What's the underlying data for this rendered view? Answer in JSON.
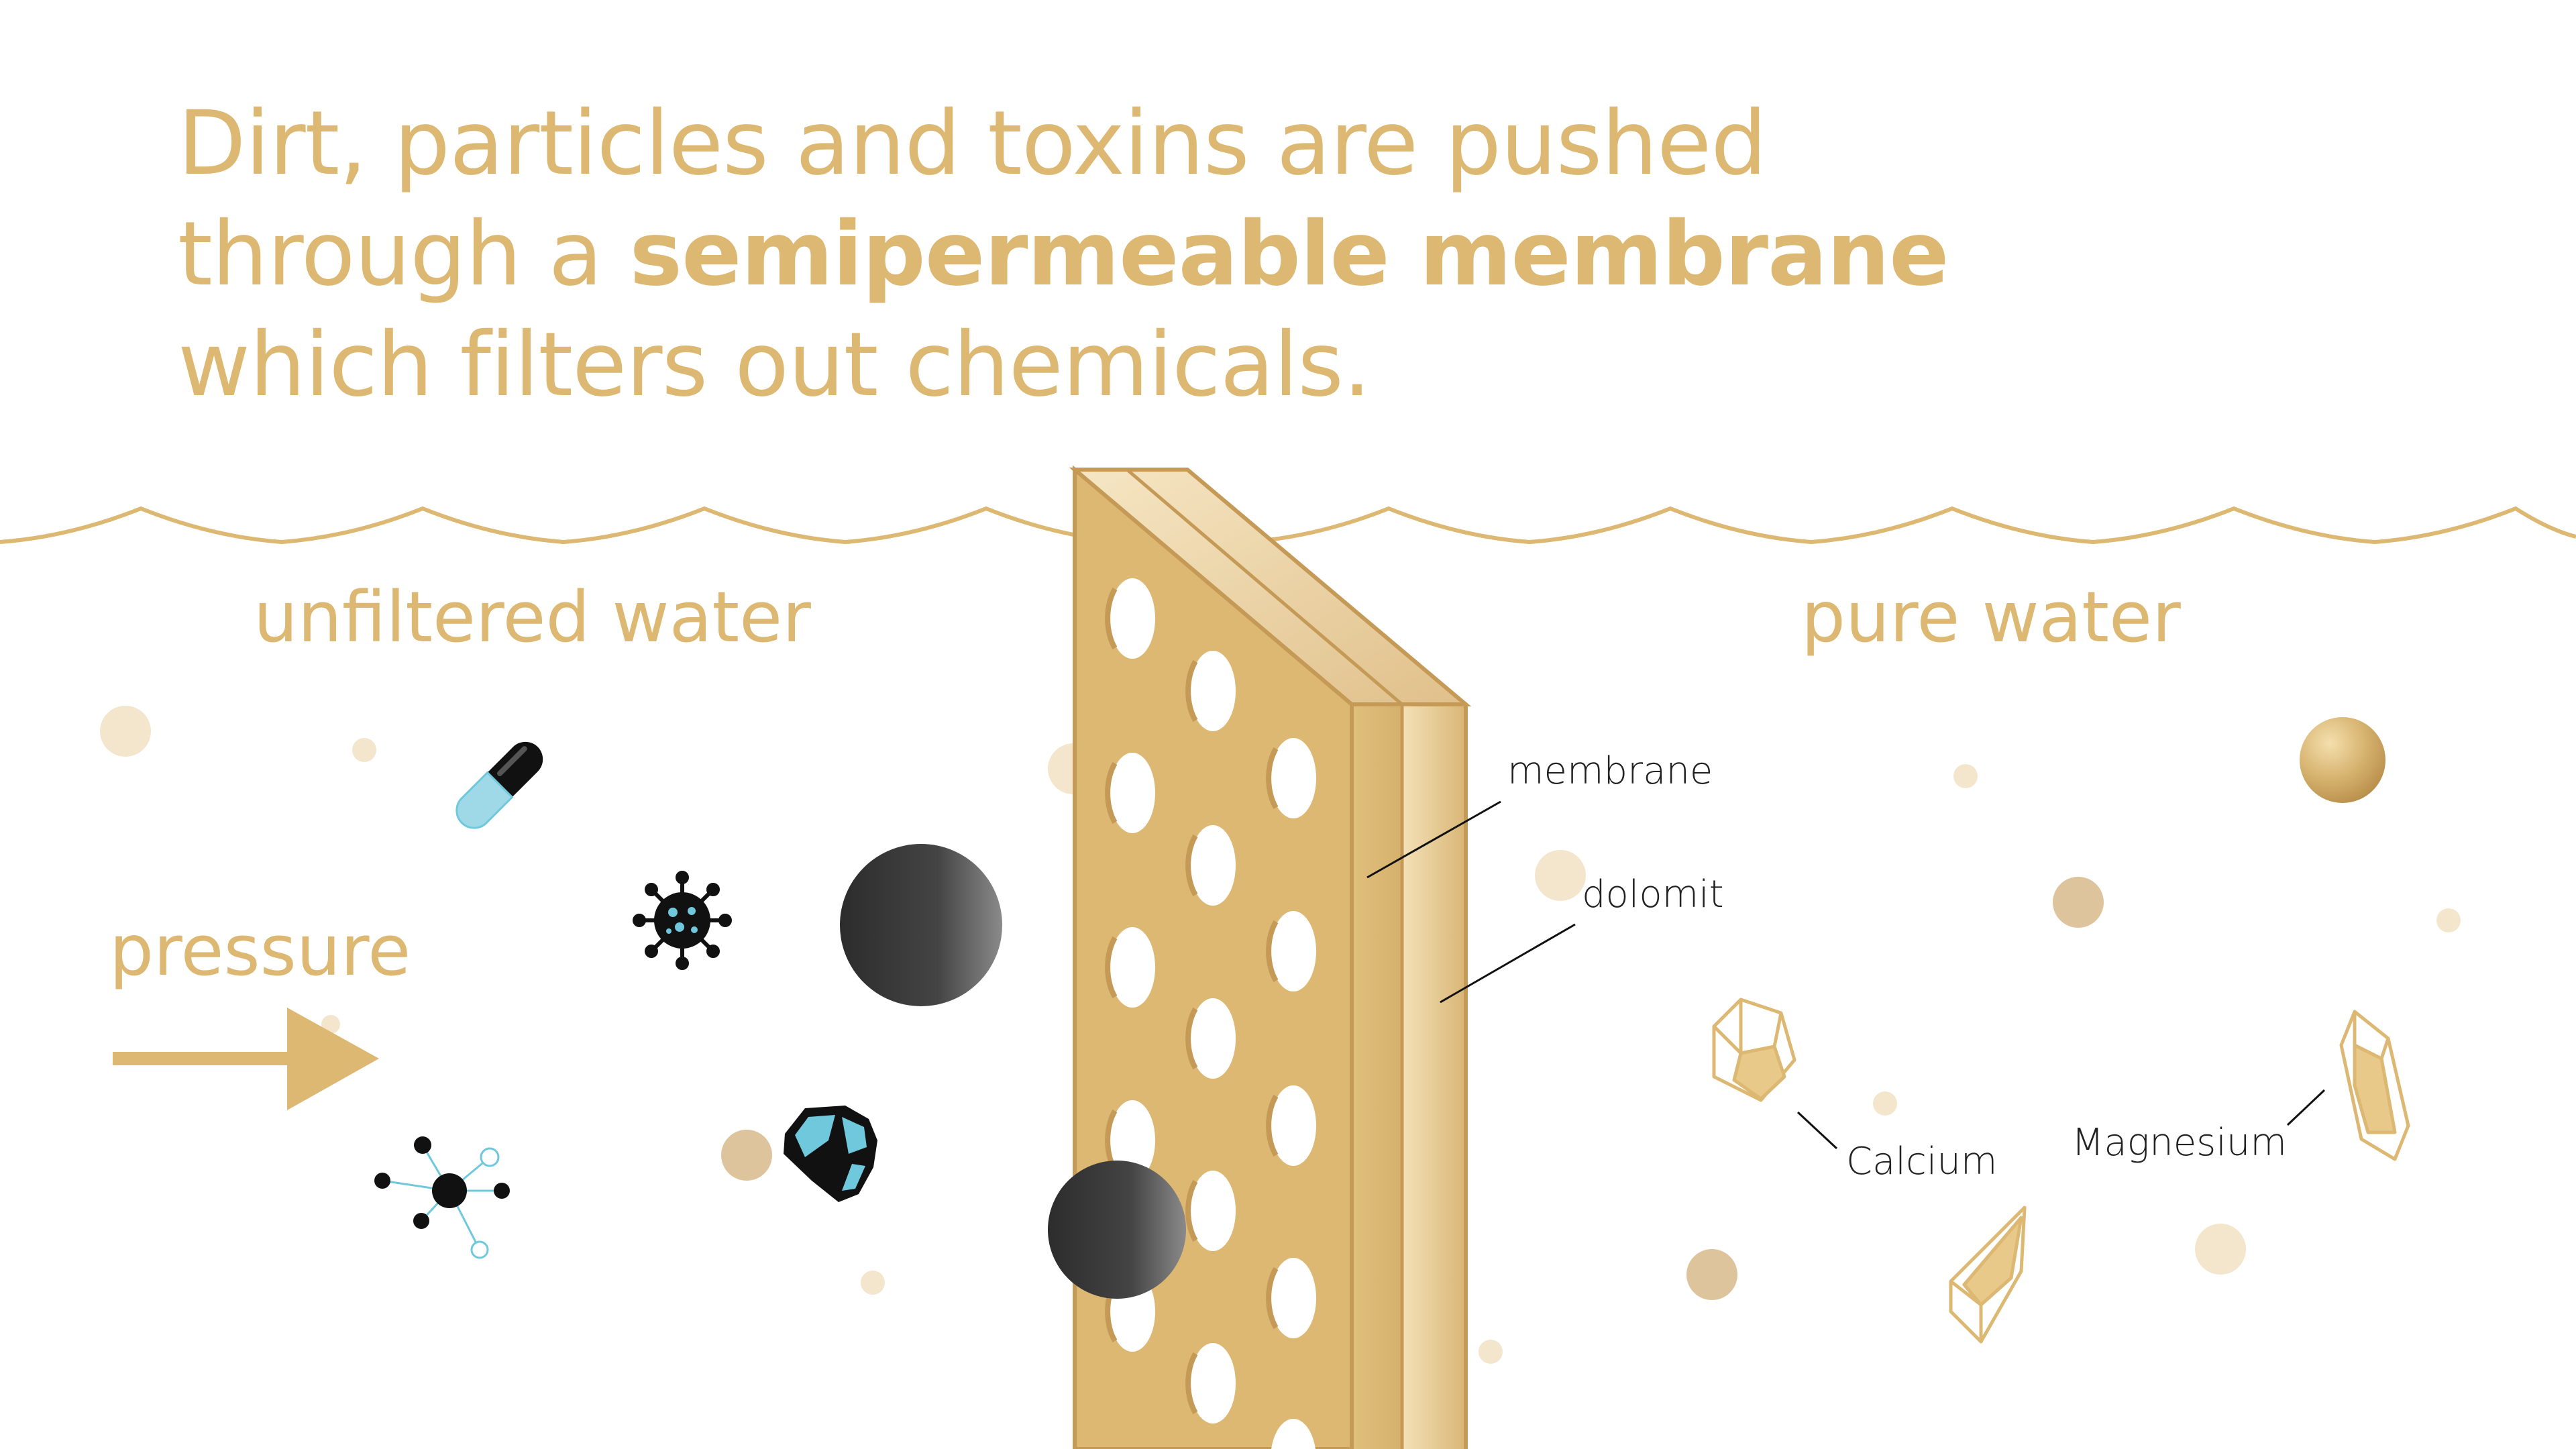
{
  "headline": {
    "line1": "Dirt, particles and toxins are pushed",
    "line2_prefix": "through a ",
    "line2_bold": "semipermeable membrane",
    "line3": "which filters out chemicals."
  },
  "labels": {
    "unfiltered": "unfiltered water",
    "pure": "pure water",
    "pressure": "pressure",
    "membrane": "membrane",
    "dolomit": "dolomit",
    "calcium": "Calcium",
    "magnesium": "Magnesium"
  },
  "colors": {
    "gold": "#dcb872",
    "gold_dark": "#c49a56",
    "pale": "#f3e6cd",
    "tan": "#ddc49c",
    "dark": "#3a3a3a",
    "cyan": "#6fc8dc",
    "black": "#111111"
  },
  "icons": [
    "capsule-icon",
    "virus-icon",
    "molecule-icon",
    "rock-icon",
    "crystal-icon"
  ]
}
